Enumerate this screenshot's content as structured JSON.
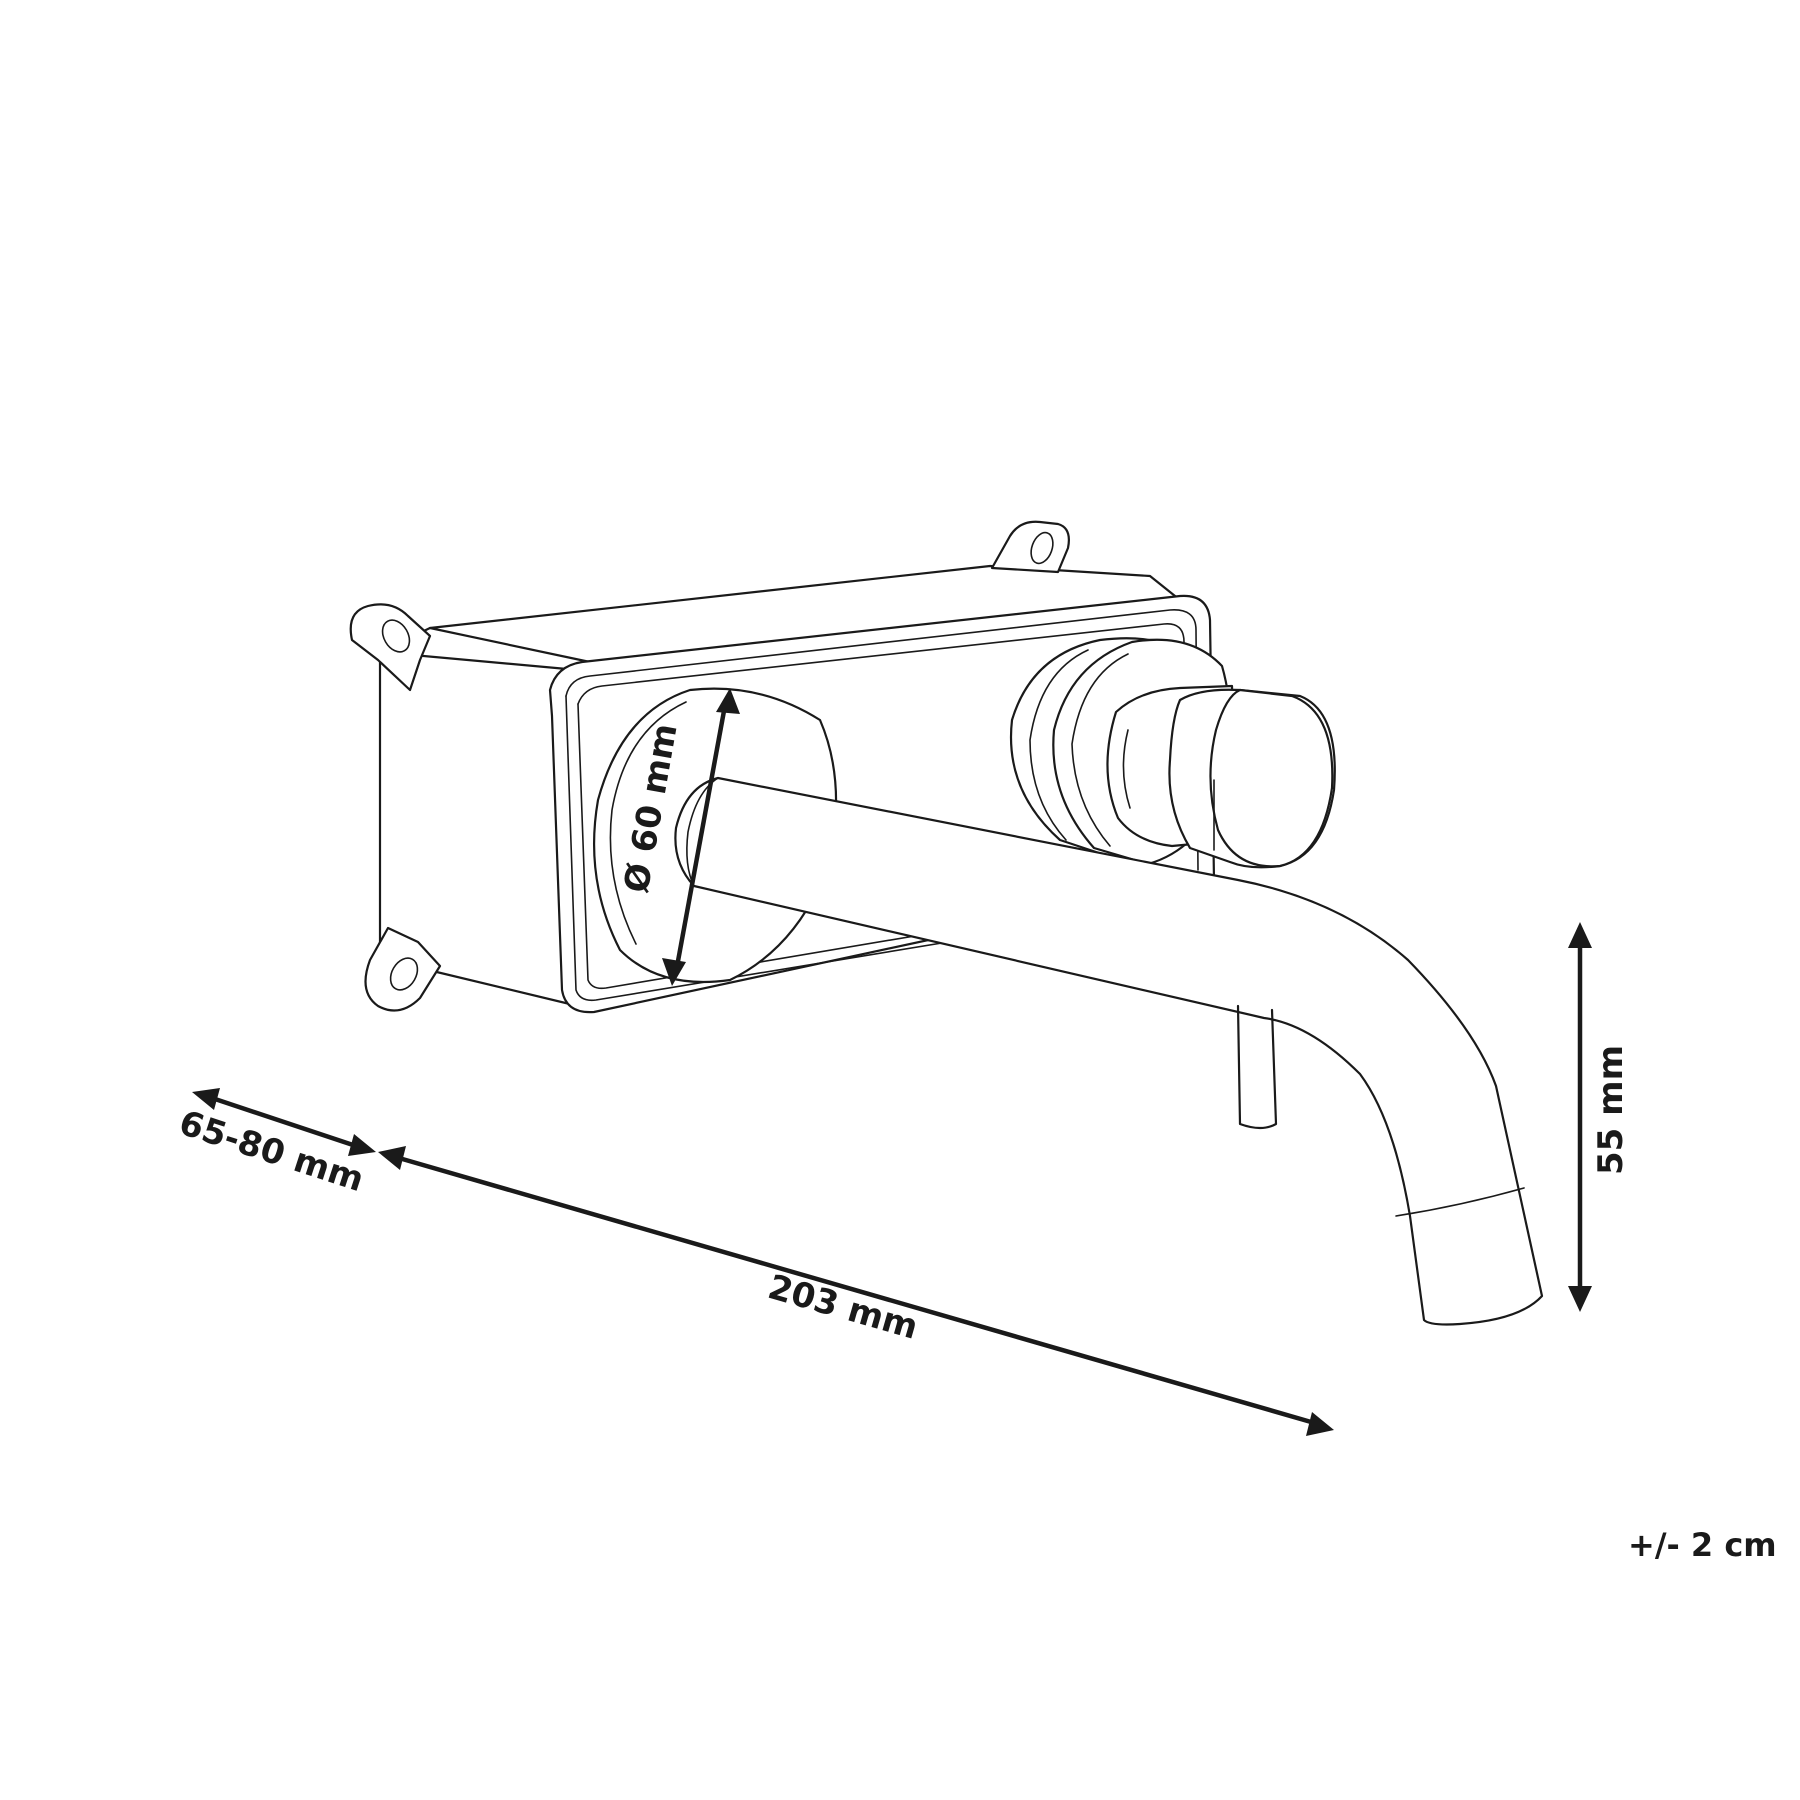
{
  "dimensions": {
    "depth": "65-80 mm",
    "length": "203 mm",
    "height": "55 mm",
    "diameter": "Ø 60 mm"
  },
  "tolerance": "+/- 2 cm",
  "colors": {
    "line": "#1a1a1a",
    "background": "#ffffff"
  }
}
